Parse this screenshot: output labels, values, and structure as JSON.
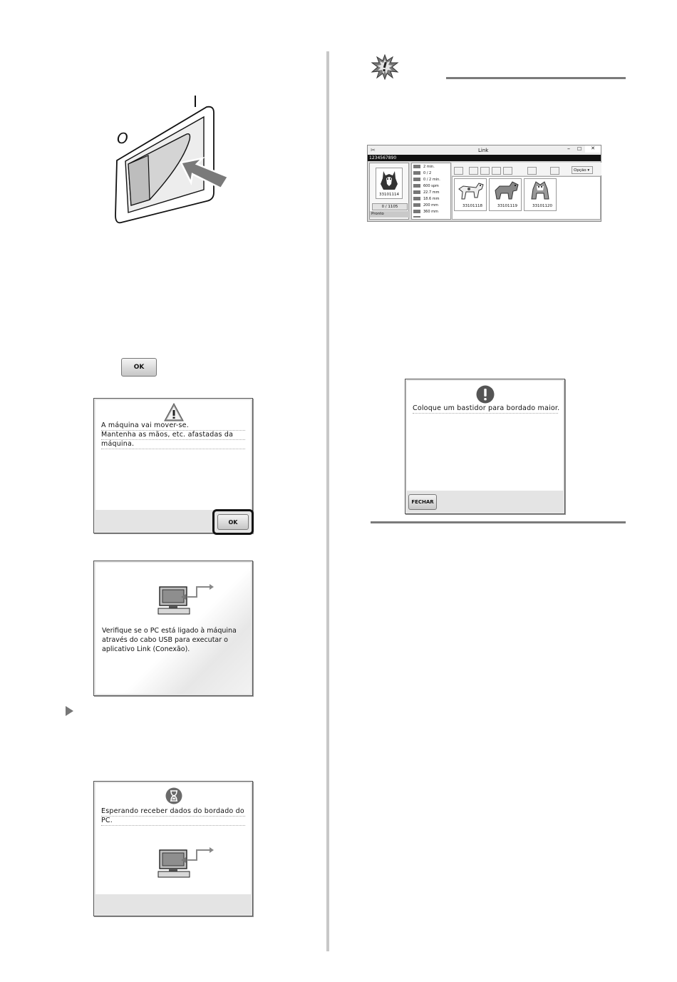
{
  "left_column": {
    "switch_marks": {
      "on": "I",
      "off": "O"
    },
    "ok_button_label": "OK",
    "dialog_warning": {
      "lines": [
        "A máquina vai mover-se.",
        "Mantenha as mãos, etc. afastadas da",
        "máquina."
      ],
      "ok_label": "OK"
    },
    "dialog_pc_check": {
      "lines": [
        "Verifique se o PC está ligado à máquina",
        "através do cabo USB para executar o",
        "aplicativo Link (Conexão)."
      ]
    },
    "dialog_waiting": {
      "lines": [
        "Esperando receber dados do bordado do",
        "PC."
      ]
    }
  },
  "right_column": {
    "link_window": {
      "title": "Link",
      "serial": "1234567890",
      "current_design": {
        "code": "33101114",
        "progress": "0 / 1105",
        "status": "Pronto"
      },
      "stats": [
        "2 min.",
        "0 / 2",
        "0 / 2 min.",
        "600 spm",
        "22.7 mm",
        "18.6 mm",
        "200 mm",
        "360 mm"
      ],
      "option_label": "Opção",
      "queue": [
        {
          "code": "33101118"
        },
        {
          "code": "33101119"
        },
        {
          "code": "33101120"
        }
      ]
    },
    "dialog_hoop": {
      "message": "Coloque um bastidor para bordado maior.",
      "close_label": "FECHAR"
    }
  }
}
